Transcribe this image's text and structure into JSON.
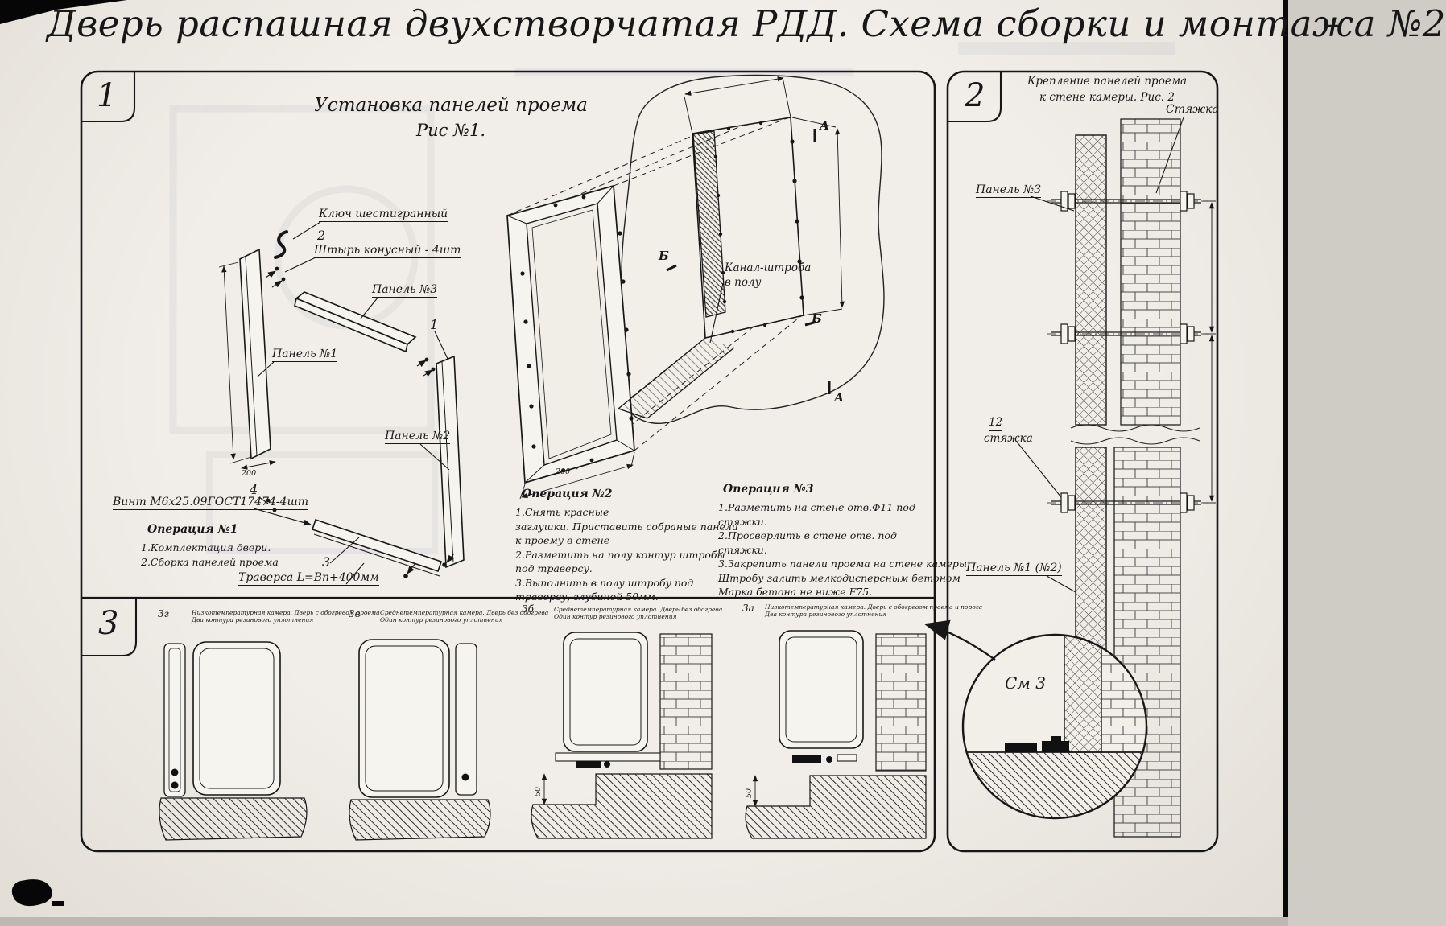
{
  "title": "Дверь распашная двухстворчатая РДД.  Схема сборки и монтажа №2",
  "section1": {
    "number": "1",
    "fig_title": "Установка панелей проема",
    "fig_no": "Рис №1.",
    "labels": {
      "hex_key": "Ключ шестигранный",
      "pin_num": "2",
      "pin": "Штырь конусный - 4шт",
      "panel3": "Панель №3",
      "panel1": "Панель №1",
      "panel2_num": "1",
      "panel2": "Панель №2",
      "screw_num": "4",
      "screw": "Винт М6х25.09ГОСТ17474-4шт",
      "traverse_num": "3",
      "traverse": "Траверса  L=Bn+400мм",
      "channel1": "Канал-штроба",
      "channel2": "в полу",
      "marker_a": "А",
      "marker_b": "Б"
    },
    "dims": {
      "d200a": "200",
      "d200b": "200"
    },
    "op1": {
      "title": "Операция №1",
      "lines": [
        "1.Комплектация двери.",
        "2.Сборка панелей проема"
      ]
    },
    "op2": {
      "title": "Операция №2",
      "lines": [
        "1.Снять красные",
        "заглушки. Приставить собраные панели",
        "к проему в стене",
        "2.Разметить на полу контур штробы",
        "под траверсу.",
        "3.Выполнить в полу штробу под",
        "траверсу, глубиной 50мм."
      ]
    },
    "op3": {
      "title": "Операция №3",
      "lines": [
        "1.Разметить на стене отв.Ф11 под",
        "стяжки.",
        "2.Просверлить в стене отв.  под",
        "стяжки.",
        "3.Закрепить панели проема на стене камеры.",
        "Штробу залить мелкодисперсным бетоном",
        "Марка бетона не ниже   F75."
      ]
    }
  },
  "section2": {
    "number": "2",
    "title_line1": "Крепление панелей проема",
    "title_line2": "к стене камеры. Рис. 2",
    "labels": {
      "tie_top": "Стяжка",
      "panel3": "Панель №3",
      "tie_num": "12",
      "tie": "стяжка",
      "panel1": "Панель №1 (№2)",
      "see_detail": "См 3"
    }
  },
  "section3": {
    "number": "3",
    "views": [
      {
        "id": "3г",
        "cap1": "Низкотемпературная камера. Дверь с обогревом проема",
        "cap2": "Два контура резинового уплотнения"
      },
      {
        "id": "3в",
        "cap1": "Среднетемпературная камера. Дверь без обогрева",
        "cap2": "Один контур резинового уплотнения"
      },
      {
        "id": "3б",
        "cap1": "Среднетемпературная камера. Дверь без обогрева",
        "cap2": "Один контур резинового уплотнения"
      },
      {
        "id": "3а",
        "cap1": "Низкотемпературная камера. Дверь с обогревом проема и порога",
        "cap2": "Два контура резинового уплотнения"
      }
    ],
    "dims": {
      "d50": "50"
    }
  }
}
